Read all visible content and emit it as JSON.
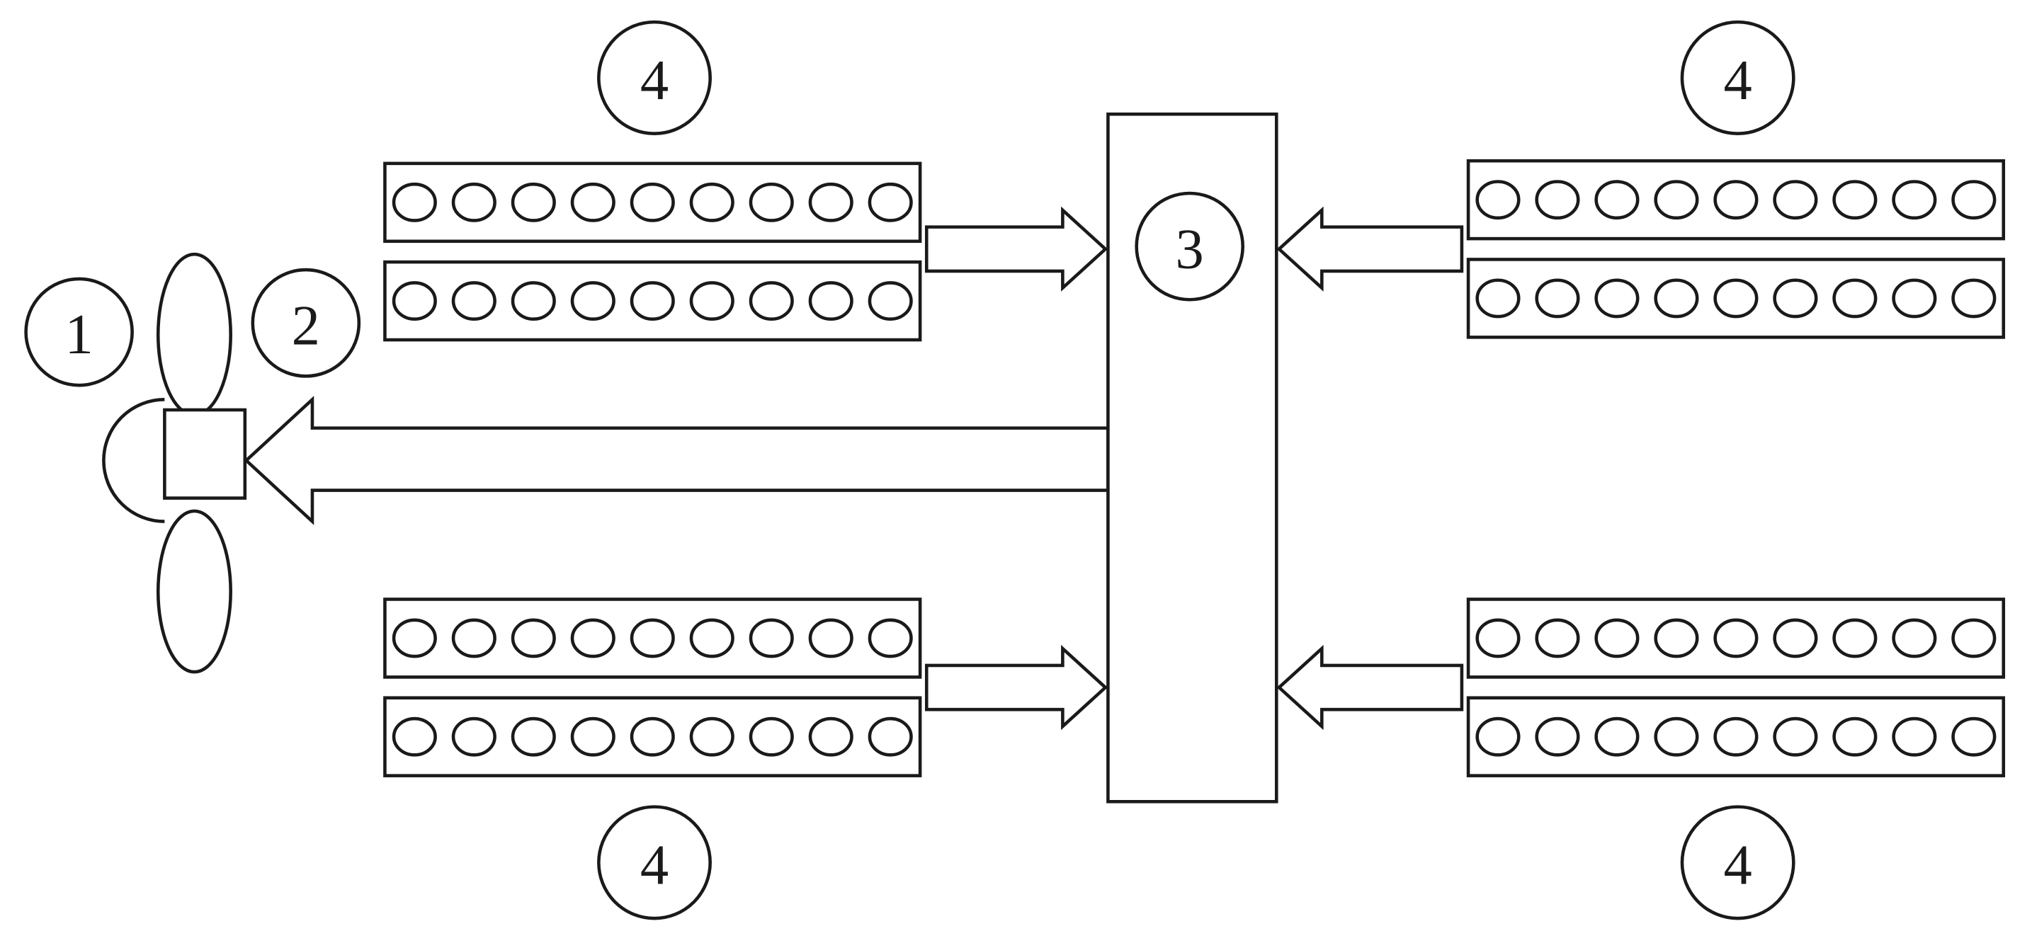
{
  "labels": {
    "propeller": "1",
    "shaft": "2",
    "central_unit": "3",
    "module_top_left": "4",
    "module_top_right": "4",
    "module_bottom_left": "4",
    "module_bottom_right": "4"
  },
  "modules": {
    "groups": [
      "top-left",
      "top-right",
      "bottom-left",
      "bottom-right"
    ],
    "rows_per_group": 2,
    "cells_per_row": 9
  },
  "colors": {
    "stroke": "#1a1a1a",
    "background": "#ffffff"
  }
}
